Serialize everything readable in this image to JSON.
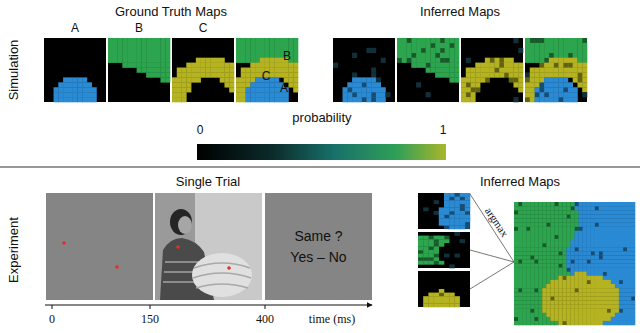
{
  "diagram": {
    "nodes": [
      {
        "text": [
          "Same ? Yes – No"
        ]
      }
    ],
    "labels": [
      "Simulation",
      "Ground Truth Maps",
      "Inferred Maps",
      "A",
      "B",
      "C",
      "C",
      "B",
      "A",
      "probability",
      "0",
      "1",
      "Experiment",
      "Single Trial",
      "0",
      "150",
      "400",
      "time (ms)",
      "Inferred Maps",
      "argmax"
    ]
  }
}
